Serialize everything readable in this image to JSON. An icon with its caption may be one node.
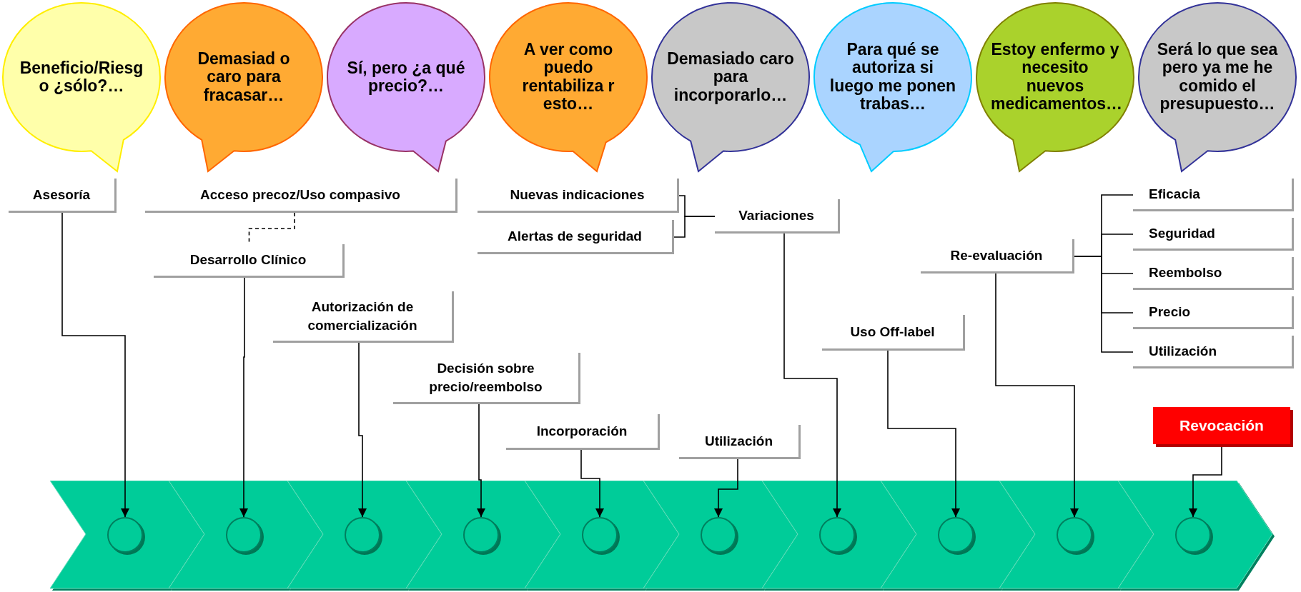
{
  "diagram": {
    "nodes": [
      {
        "text": [
          "Asesoría"
        ]
      },
      {
        "text": [
          "Acceso precoz/Uso compasivo"
        ]
      },
      {
        "text": [
          "Desarrollo Clínico"
        ]
      },
      {
        "text": [
          "Autorización de comercialización"
        ]
      },
      {
        "text": [
          "Decisión sobre precio/reembolso"
        ]
      },
      {
        "text": [
          "Incorporación"
        ]
      },
      {
        "text": [
          "Nuevas indicaciones"
        ]
      },
      {
        "text": [
          "Alertas de seguridad"
        ]
      },
      {
        "text": [
          "Variaciones"
        ]
      },
      {
        "text": [
          "Utilización"
        ]
      },
      {
        "text": [
          "Uso Off-label"
        ]
      },
      {
        "text": [
          "Re-evaluación"
        ]
      },
      {
        "text": [
          "Eficacia"
        ]
      },
      {
        "text": [
          "Seguridad"
        ]
      },
      {
        "text": [
          "Reembolso"
        ]
      },
      {
        "text": [
          "Precio"
        ]
      },
      {
        "text": [
          "Utilización"
        ]
      },
      {
        "text": [
          "Revocación"
        ]
      },
      {
        "text": [
          "Demasiad o caro para fracasar…"
        ]
      },
      {
        "text": [
          "Para qué se autoriza si luego me ponen trabas…"
        ]
      },
      {
        "text": [
          "A ver como puedo rentabiliza r esto…"
        ]
      },
      {
        "text": [
          "Será lo que sea pero ya me he comido el presupuesto…"
        ]
      },
      {
        "text": [
          "Sí, pero ¿a qué precio?…"
        ]
      },
      {
        "text": [
          "Demasiado caro para incorporarlo…"
        ]
      },
      {
        "text": [
          "Beneficio/Riesg o ¿sólo?…"
        ]
      },
      {
        "text": [
          "Estoy enfermo y necesito nuevos medicamentos…"
        ]
      },
      {
        "text": [],
        "shape": "chevron"
      },
      {
        "text": [],
        "shape": "circle",
        "in": 26
      },
      {
        "text": [],
        "shape": "chevron"
      },
      {
        "text": [],
        "shape": "circle",
        "in": 28
      },
      {
        "text": [],
        "shape": "chevron"
      },
      {
        "text": [],
        "shape": "circle",
        "in": 30
      },
      {
        "text": [],
        "shape": "chevron"
      },
      {
        "text": [],
        "shape": "circle",
        "in": 32
      },
      {
        "text": [],
        "shape": "chevron"
      },
      {
        "text": [],
        "shape": "circle",
        "in": 34
      },
      {
        "text": [],
        "shape": "chevron"
      },
      {
        "text": [],
        "shape": "circle",
        "in": 36
      },
      {
        "text": [],
        "shape": "chevron"
      },
      {
        "text": [],
        "shape": "circle",
        "in": 38
      },
      {
        "text": [],
        "shape": "chevron"
      },
      {
        "text": [],
        "shape": "circle",
        "in": 40
      },
      {
        "text": [],
        "shape": "chevron"
      },
      {
        "text": [],
        "shape": "circle",
        "in": 42
      },
      {
        "text": [],
        "shape": "chevron"
      },
      {
        "text": [],
        "shape": "circle",
        "in": 44
      }
    ],
    "edges": [
      {
        "from": 0,
        "to": 27,
        "arrow": "to"
      },
      {
        "from": 1,
        "to": 2,
        "arrow": "none",
        "style": "dashed"
      },
      {
        "from": 2,
        "to": 29,
        "arrow": "to"
      },
      {
        "from": 3,
        "to": 31,
        "arrow": "to"
      },
      {
        "from": 4,
        "to": 33,
        "arrow": "to"
      },
      {
        "from": 5,
        "to": 35,
        "arrow": "to"
      },
      {
        "from": 6,
        "to": 8,
        "arrow": "none"
      },
      {
        "from": 7,
        "to": 8,
        "arrow": "none"
      },
      {
        "from": 9,
        "to": 37,
        "arrow": "to"
      },
      {
        "from": 8,
        "to": 39,
        "arrow": "to"
      },
      {
        "from": 10,
        "to": 41,
        "arrow": "to"
      },
      {
        "from": 11,
        "to": 43,
        "arrow": "to"
      },
      {
        "from": 17,
        "to": 45,
        "arrow": "to"
      },
      {
        "from": 11,
        "to": 12,
        "arrow": "none"
      },
      {
        "from": 11,
        "to": 13,
        "arrow": "none"
      },
      {
        "from": 11,
        "to": 14,
        "arrow": "none"
      },
      {
        "from": 11,
        "to": 15,
        "arrow": "none"
      },
      {
        "from": 11,
        "to": 16,
        "arrow": "none"
      }
    ]
  }
}
